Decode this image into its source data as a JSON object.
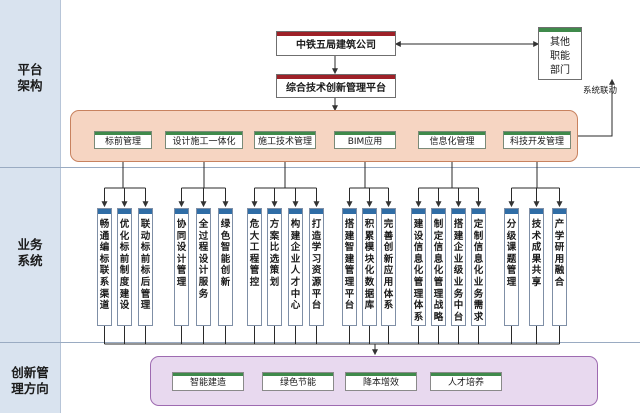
{
  "sections": [
    {
      "label": "平台\n架构"
    },
    {
      "label": "业务\n系统"
    },
    {
      "label": "创新管\n理方向"
    }
  ],
  "top": {
    "company": "中铁五局建筑公司",
    "platform": "综合技术创新管理平台",
    "other_dept": "其他\n职能\n部门",
    "link_label": "系统联动"
  },
  "categories": [
    {
      "label": "标前管理",
      "items": [
        "畅通编标联系渠道",
        "优化标前制度建设",
        "联动标前标后管理"
      ]
    },
    {
      "label": "设计施工一体化",
      "items": [
        "协同设计管理",
        "全过程设计服务",
        "绿色智能创新"
      ]
    },
    {
      "label": "施工技术管理",
      "items": [
        "危大工程管控",
        "方案比选策划",
        "构建企业人才中心",
        "打造学习资源平台"
      ]
    },
    {
      "label": "BIM应用",
      "items": [
        "搭建智建管理平台",
        "积累模块化数据库",
        "完善创新应用体系"
      ]
    },
    {
      "label": "信息化管理",
      "items": [
        "建设信息化管理体系",
        "制定信息化管理战略",
        "搭建企业级业务中台",
        "定制信息化业务需求"
      ]
    },
    {
      "label": "科技开发管理",
      "items": [
        "分级课题管理",
        "技术成果共享",
        "产学研用融合"
      ]
    }
  ],
  "directions": [
    "智能建造",
    "绿色节能",
    "降本增效",
    "人才培养"
  ]
}
